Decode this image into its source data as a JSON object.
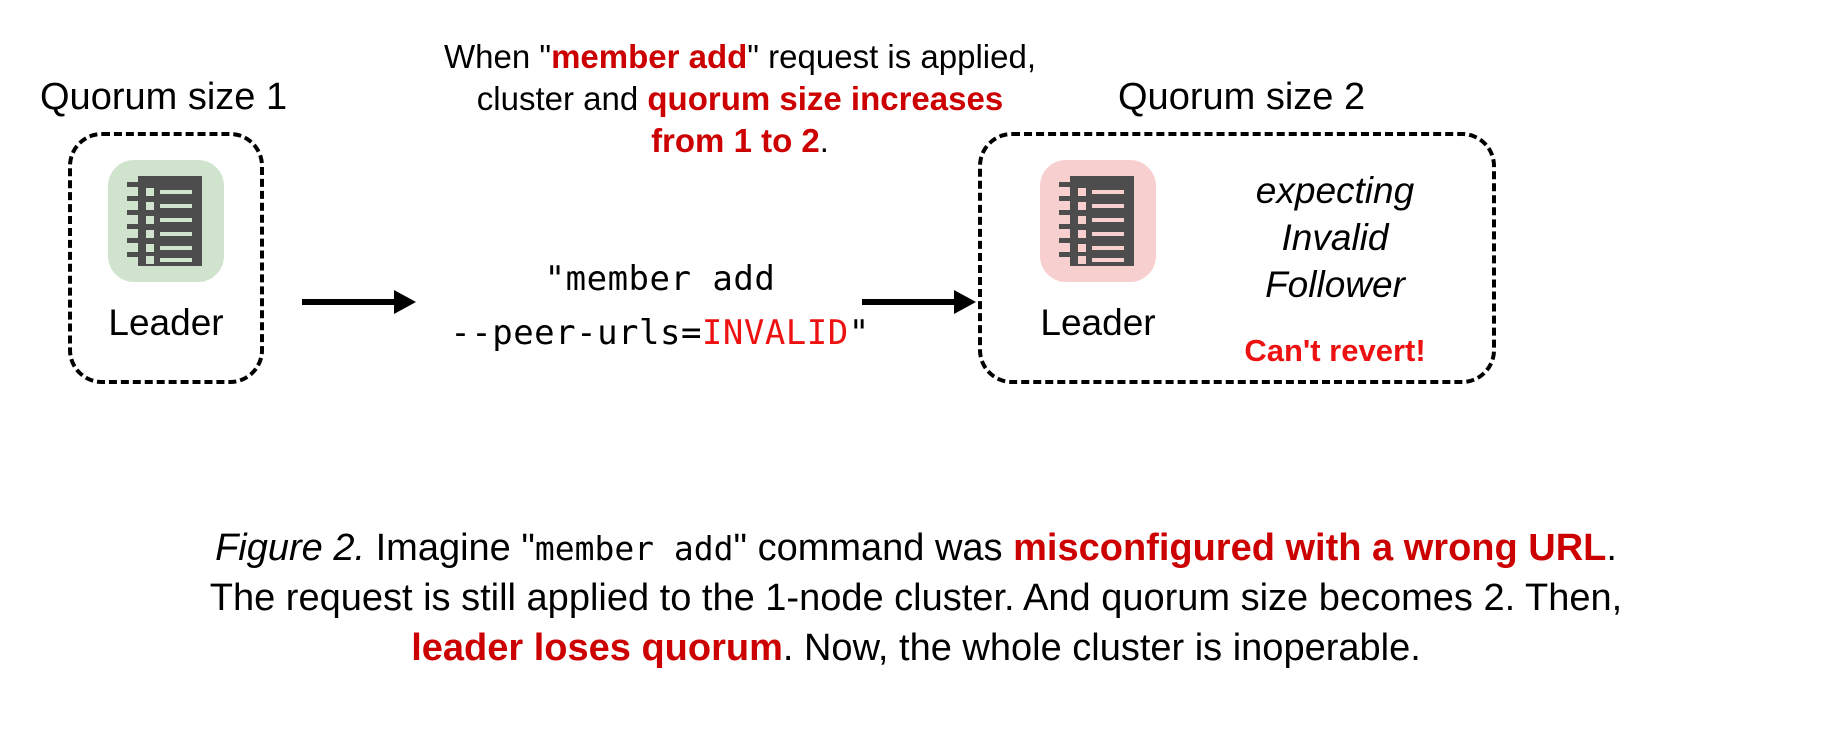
{
  "figure": {
    "title_label": "Figure 2.",
    "left_panel": {
      "quorum_label": "Quorum size 1",
      "node_caption": "Leader",
      "node_icon": "server-ledger-icon",
      "tile_color": "#cfe3cd"
    },
    "right_panel": {
      "quorum_label": "Quorum size 2",
      "node_caption": "Leader",
      "node_icon": "server-ledger-icon",
      "tile_color": "#f7cfcf",
      "expecting_line1": "expecting",
      "expecting_line2": "Invalid",
      "expecting_line3": "Follower",
      "warning": "Can't revert!"
    },
    "top_note": {
      "seg1": "When \"",
      "seg2_red": "member add",
      "seg3": "\" request is applied,",
      "seg4": "cluster and ",
      "seg5_red": "quorum size increases",
      "seg6_red": "from 1 to 2",
      "seg7": "."
    },
    "command": {
      "line1": "\"member add",
      "line2_prefix": "--peer-urls=",
      "line2_red": "INVALID",
      "line2_suffix": "\""
    },
    "caption": {
      "seg1": " Imagine \"",
      "seg2_mono": "member add",
      "seg3": "\" command was ",
      "seg4_red": "misconfigured with a wrong URL",
      "seg5": ".",
      "seg6": "The request is still applied to the 1-node cluster. And quorum size becomes 2. Then,",
      "seg7_red": "leader loses quorum",
      "seg8": ". Now, the whole cluster is inoperable."
    },
    "colors": {
      "accent_red": "#cc0000",
      "bright_red": "#ee1111",
      "green_tile": "#cfe3cd",
      "pink_tile": "#f7cfcf",
      "icon_dark": "#4d4d4d"
    }
  }
}
